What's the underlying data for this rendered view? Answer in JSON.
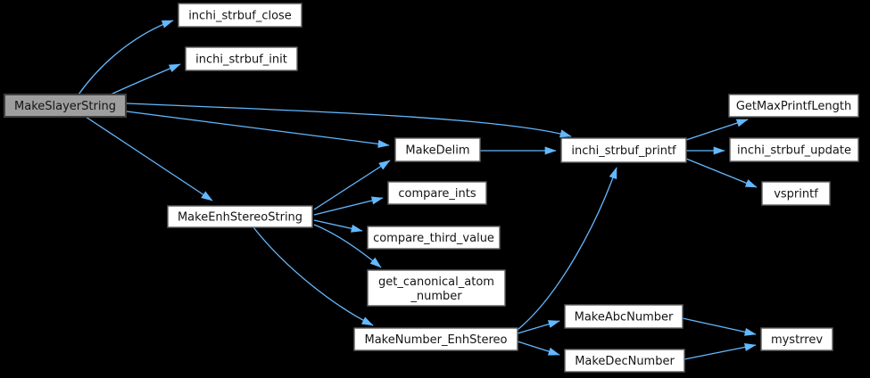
{
  "diagram": {
    "type": "call-graph",
    "root": "MakeSlayerString",
    "colors": {
      "background": "#000000",
      "edge": "#63b8ff",
      "node_fill": "#ffffff",
      "node_border": "#5f5f5f",
      "highlight_fill": "#9e9e9e",
      "highlight_border": "#404040",
      "text": "#141414"
    },
    "nodes": {
      "makeslayerstring": {
        "label": "MakeSlayerString",
        "highlighted": true
      },
      "inchi_strbuf_close": {
        "label": "inchi_strbuf_close"
      },
      "inchi_strbuf_init": {
        "label": "inchi_strbuf_init"
      },
      "makedelim": {
        "label": "MakeDelim"
      },
      "inchi_strbuf_printf": {
        "label": "inchi_strbuf_printf"
      },
      "getmaxprintflength": {
        "label": "GetMaxPrintfLength"
      },
      "inchi_strbuf_update": {
        "label": "inchi_strbuf_update"
      },
      "vsprintf": {
        "label": "vsprintf"
      },
      "makeenhstereostring": {
        "label": "MakeEnhStereoString"
      },
      "compare_ints": {
        "label": "compare_ints"
      },
      "compare_third_value": {
        "label": "compare_third_value"
      },
      "get_canonical_atom_number": {
        "label_line1": "get_canonical_atom",
        "label_line2": "_number"
      },
      "makenumber_enhstereo": {
        "label": "MakeNumber_EnhStereo"
      },
      "makeabcnumber": {
        "label": "MakeAbcNumber"
      },
      "makedecnumber": {
        "label": "MakeDecNumber"
      },
      "mystrrev": {
        "label": "mystrrev"
      }
    },
    "edges": [
      {
        "from": "MakeSlayerString",
        "to": "inchi_strbuf_close"
      },
      {
        "from": "MakeSlayerString",
        "to": "inchi_strbuf_init"
      },
      {
        "from": "MakeSlayerString",
        "to": "inchi_strbuf_printf"
      },
      {
        "from": "MakeSlayerString",
        "to": "MakeDelim"
      },
      {
        "from": "MakeSlayerString",
        "to": "MakeEnhStereoString"
      },
      {
        "from": "MakeDelim",
        "to": "inchi_strbuf_printf"
      },
      {
        "from": "MakeEnhStereoString",
        "to": "MakeDelim"
      },
      {
        "from": "MakeEnhStereoString",
        "to": "compare_ints"
      },
      {
        "from": "MakeEnhStereoString",
        "to": "compare_third_value"
      },
      {
        "from": "MakeEnhStereoString",
        "to": "get_canonical_atom_number"
      },
      {
        "from": "MakeEnhStereoString",
        "to": "MakeNumber_EnhStereo"
      },
      {
        "from": "MakeNumber_EnhStereo",
        "to": "inchi_strbuf_printf"
      },
      {
        "from": "MakeNumber_EnhStereo",
        "to": "MakeAbcNumber"
      },
      {
        "from": "MakeNumber_EnhStereo",
        "to": "MakeDecNumber"
      },
      {
        "from": "MakeAbcNumber",
        "to": "mystrrev"
      },
      {
        "from": "MakeDecNumber",
        "to": "mystrrev"
      },
      {
        "from": "inchi_strbuf_printf",
        "to": "GetMaxPrintfLength"
      },
      {
        "from": "inchi_strbuf_printf",
        "to": "inchi_strbuf_update"
      },
      {
        "from": "inchi_strbuf_printf",
        "to": "vsprintf"
      }
    ]
  }
}
